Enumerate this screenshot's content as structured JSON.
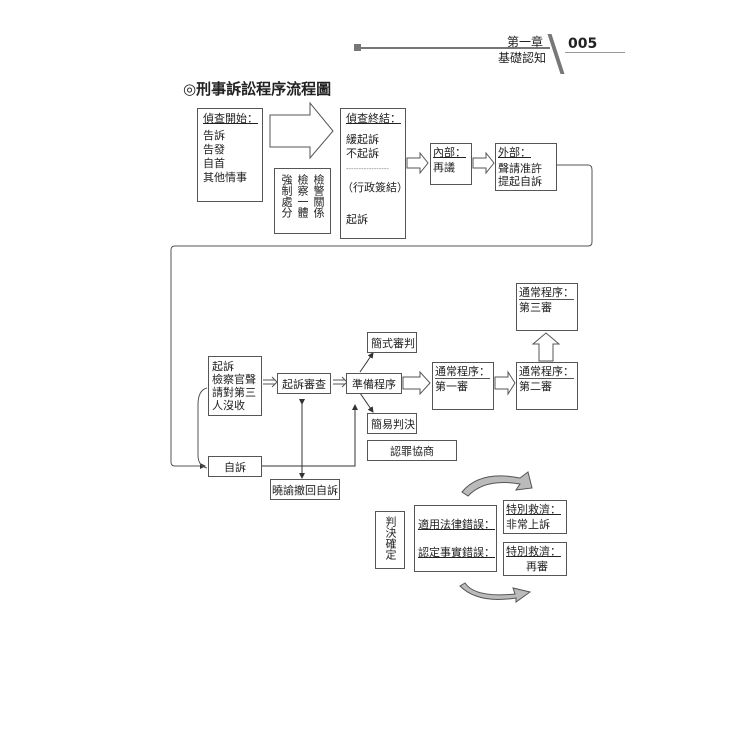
{
  "header": {
    "chapter": "第一章",
    "section": "基礎認知",
    "page_number": "005"
  },
  "title": "◎刑事訴訟程序流程圖",
  "nodes": {
    "investigation_start": {
      "heading": "偵查開始：",
      "items": [
        "告訴",
        "告發",
        "自首",
        "其他情事"
      ]
    },
    "coercive": {
      "columns": [
        "強制處分",
        "檢察一體",
        "檢警關係"
      ]
    },
    "investigation_end": {
      "heading": "偵查終結：",
      "items": [
        "緩起訴",
        "不起訴"
      ],
      "separator": "-----------------",
      "admin": "（行政簽結）",
      "indict": "起訴"
    },
    "internal": {
      "heading": "內部：",
      "items": [
        "再議"
      ]
    },
    "external": {
      "heading": "外部：",
      "items": [
        "聲請准許",
        "提起自訴"
      ]
    },
    "indict_box": {
      "lines": [
        "起訴",
        "檢察官聲",
        "請對第三",
        "人沒收"
      ]
    },
    "private_prosecution": "自訴",
    "review": "起訴審查",
    "withdraw": "曉諭撤回自訴",
    "preparation": "準備程序",
    "summary_trial": "簡式審判",
    "simplified_judgment": "簡易判決",
    "plea": "認罪協商",
    "first_instance": {
      "heading": "通常程序：",
      "item": "第一審"
    },
    "second_instance": {
      "heading": "通常程序：",
      "item": "第二審"
    },
    "third_instance": {
      "heading": "通常程序：",
      "item": "第三審"
    },
    "final_judgment": "判決確定",
    "errors": {
      "law": "適用法律錯誤：",
      "fact": "認定事實錯誤："
    },
    "extraordinary_appeal": {
      "heading": "特別救濟：",
      "item": "非常上訴"
    },
    "retrial": {
      "heading": "特別救濟：",
      "item": "再審"
    }
  }
}
